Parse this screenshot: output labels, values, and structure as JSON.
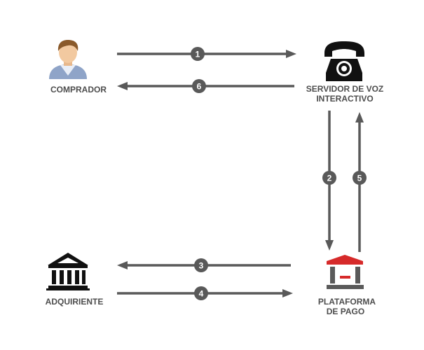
{
  "nodes": {
    "buyer": {
      "label": "COMPRADOR",
      "icon": "person-icon"
    },
    "ivr": {
      "label_lines": [
        "SERVIDOR DE VOZ",
        "INTERACTIVO"
      ],
      "icon": "telephone-icon"
    },
    "acquirer": {
      "label": "ADQUIRIENTE",
      "icon": "bank-icon"
    },
    "platform": {
      "label_lines": [
        "PLATAFORMA",
        "DE PAGO"
      ],
      "icon": "payment-platform-icon"
    }
  },
  "steps": [
    {
      "number": "1",
      "from": "buyer",
      "to": "ivr"
    },
    {
      "number": "2",
      "from": "ivr",
      "to": "platform"
    },
    {
      "number": "3",
      "from": "platform",
      "to": "acquirer"
    },
    {
      "number": "4",
      "from": "acquirer",
      "to": "platform"
    },
    {
      "number": "5",
      "from": "platform",
      "to": "ivr"
    },
    {
      "number": "6",
      "from": "ivr",
      "to": "buyer"
    }
  ],
  "colors": {
    "arrow": "#595959",
    "label": "#4d4d4d",
    "platform_red": "#d62a2a",
    "platform_gray": "#5a5a5a",
    "person_skin": "#f2c9a0",
    "person_hair": "#8a5a2b",
    "person_shirt": "#8fa4c8"
  }
}
